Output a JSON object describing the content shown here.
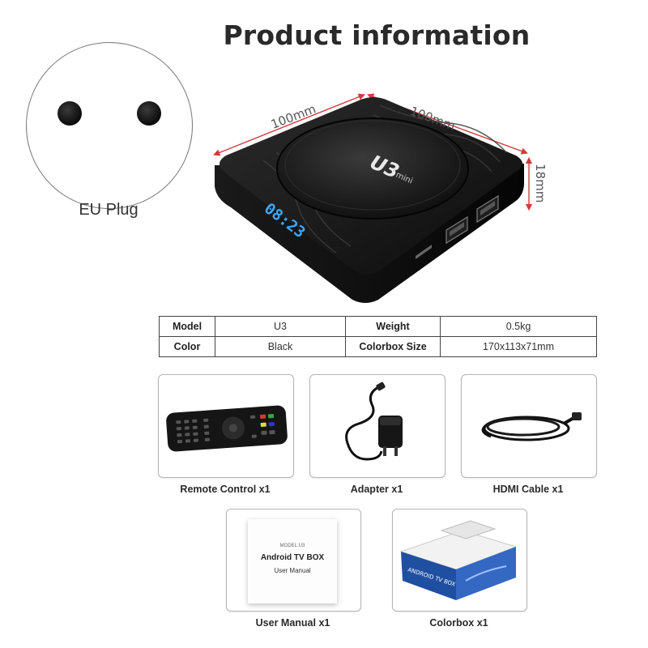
{
  "title": "Product information",
  "plug": {
    "caption": "EU Plug"
  },
  "product": {
    "logo": "U3",
    "logo_sub": "mini",
    "display_time": "08:23"
  },
  "dimensions": {
    "length": "100mm",
    "width": "100mm",
    "height": "18mm"
  },
  "specs": {
    "rows": [
      {
        "k1": "Model",
        "v1": "U3",
        "k2": "Weight",
        "v2": "0.5kg"
      },
      {
        "k1": "Color",
        "v1": "Black",
        "k2": "Colorbox Size",
        "v2": "170x113x71mm"
      }
    ]
  },
  "accessories": {
    "remote": "Remote Control x1",
    "adapter": "Adapter x1",
    "hdmi": "HDMI Cable x1",
    "manual": "User Manual x1",
    "colorbox": "Colorbox x1"
  },
  "manual_cover": {
    "line1": "MODEL:U3",
    "line2": "Android TV BOX",
    "line3": "User Manual"
  },
  "colorbox_art": {
    "label": "ANDROID TV BOX"
  },
  "colors": {
    "device": "#111111",
    "display": "#3aa8ff",
    "box_blue": "#1f4fa0"
  }
}
